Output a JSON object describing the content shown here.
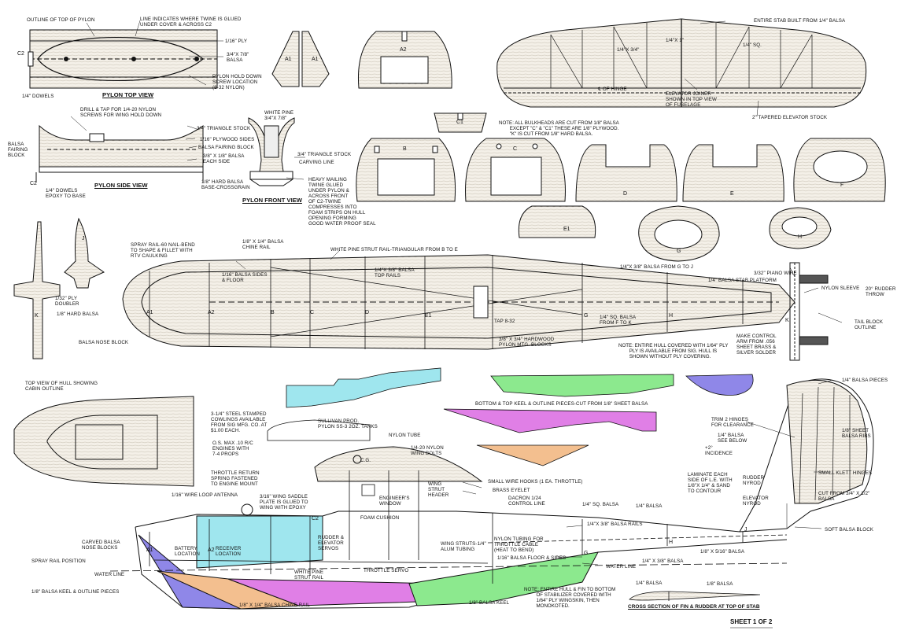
{
  "views": {
    "pylon_top": "PYLON TOP VIEW",
    "pylon_side": "PYLON SIDE VIEW",
    "pylon_front": "PYLON FRONT VIEW",
    "top_hull_cabin": "TOP VIEW OF HULL SHOWING\nCABIN OUTLINE",
    "cross_section": "CROSS SECTION OF FIN & RUDDER AT TOP OF STAB"
  },
  "labels": {
    "outline_pylon": "OUTLINE OF TOP OF PYLON",
    "twine_line": "LINE INDICATES WHERE TWINE IS GLUED\nUNDER COVER & ACROSS C2",
    "c2": "C2",
    "ply_116": "1/16\" PLY",
    "balsa_34": "3/4\"X 7/8\"\nBALSA",
    "hold_down": "PYLON HOLD DOWN\nSCREW LOCATION\n(8-32 NYLON)",
    "dowels_14": "1/4\" DOWELS",
    "drill_tap": "DRILL & TAP FOR 1/4-20 NYLON\nSCREWS FOR WING HOLD DOWN",
    "tri_stock": "3/4\" TRIANGLE STOCK",
    "ply_sides": "1/16\" PLYWOOD SIDES",
    "fairing_block": "BALSA FAIRING BLOCK",
    "balsa_each": "3/8\" X 1/8\" BALSA\nEACH SIDE",
    "balsa_fairing": "BALSA\nFAIRING\nBLOCK",
    "hard_balsa_base": "1/8\" HARD BALSA\nBASE-CROSSGRAIN",
    "dowels_epoxy": "1/4\" DOWELS\nEPOXY TO BASE",
    "white_pine": "WHITE PINE\n3/4\"X 7/8\"",
    "tri_stock2": "3/4\" TRIANGLE STOCK",
    "carving_line": "CARVING LINE",
    "heavy_twine": "HEAVY MAILING\nTWINE GLUED\nUNDER PYLON &\nACROSS FRONT\nOF C2-TWINE\nCOMPRESSES INTO\nFOAM STRIPS ON HULL\nOPENING FORMING\nGOOD WATER PROOF SEAL",
    "stab_built": "ENTIRE STAB BUILT FROM 1/4\" BALSA",
    "stab_14x34": "1/4\"X 3/4\"",
    "stab_14x1": "1/4\"X 1\"",
    "stab_14sq": "1/4\" SQ.",
    "hinge_cl": "℄ OF HINGE",
    "elev_joiner": "ELEVATOR JOINER\nSHOWN IN TOP VIEW\nOF FUSELAGE",
    "tapered_stock": "2\" TAPERED ELEVATOR STOCK",
    "bulkhead_note": "NOTE: ALL BULKHEADS ARE CUT FROM 1/8\" BALSA\n        EXCEPT \"C\" & \"C1\" THESE ARE 1/8\" PLYWOOD.\n        \"K\" IS CUT FROM 1/8\" HARD BALSA.",
    "spray_rail": "SPRAY RAIL-60 NAIL-BEND\nTO SHAPE & FILLET WITH\nRTV CAULKING",
    "chine_rail": "1/8\" X 1/4\" BALSA\nCHINE RAIL",
    "strut_rail": "WHITE PINE STRUT RAIL-TRIANGULAR FROM B TO E",
    "balsa_gj": "1/4\"X 3/8\" BALSA FROM G TO J",
    "sides_floor": "1/16\" BALSA SIDES\n& FLOOR",
    "top_rails": "1/4\"X 3/8\" BALSA\nTOP RAILS",
    "ply_doubler": "1/32\" PLY\nDOUBLER",
    "hard_balsa_k": "1/8\" HARD BALSA",
    "nose_block": "BALSA NOSE BLOCK",
    "tap_832": "TAP 8-32",
    "mtg_blocks": "3/8\" X 3/4\" HARDWOOD\nPYLON MTG. BLOCKS",
    "sq_fk": "1/4\" SQ. BALSA\nFROM F TO K",
    "piano_wire": "3/32\" PIANO WIRE",
    "stab_platform": "1/4\" BALSA STAB PLATFORM",
    "nylon_sleeve": "NYLON SLEEVE",
    "rudder_throw": "20° RUDDER\nTHROW",
    "tail_block": "TAIL BLOCK\nOUTLINE",
    "control_arm": "MAKE CONTROL\nARM FROM .056\nSHEET BRASS &\nSILVER SOLDER",
    "hull_cover_note": "NOTE: ENTIRE HULL COVERED WITH 1/64\" PLY\n        PLY IS AVAILABLE FROM SIG. HULL IS\n        SHOWN WITHOUT PLY COVERING.",
    "keel_outline": "BOTTOM & TOP KEEL & OUTLINE PIECES-CUT FROM 1/8\" SHEET BALSA",
    "balsa_pieces": "1/4\" BALSA PIECES",
    "trim_hinges": "TRIM 2 HINGES\nFOR CLEARANCE",
    "see_below": "1/4\" BALSA\nSEE BELOW",
    "incidence": "+2°\nINCIDENCE",
    "sheet_ribs": "1/8\" SHEET\nBALSA RIBS",
    "klett": "SMALL KLETT HINGES",
    "laminate": "LAMINATE EACH\nSIDE OF L.E. WITH\n1/8\"X 1/4\" & SAND\nTO CONTOUR",
    "cut_from": "CUT FROM 3/4\" X 1/2\"\nBALSA",
    "rudder_nyrod": "RUDDER\nNYROD",
    "elev_nyrod": "ELEVATOR\nNYROD",
    "cowlings": "3-1/4\" STEEL STAMPED\nCOWLINGS AVAILABLE\nFROM SIG MFG. CO. AT\n$1.00 EACH.",
    "engines": "O.S. MAX .10 R/C\nENGINES WITH\n7-4 PROPS",
    "throttle_spring": "THROTTLE RETURN\nSPRING FASTENED\nTO ENGINE MOUNT",
    "pylon_tanks": "SULLIVAN PROD.\nPYLON SS-3 2OZ. TANKS",
    "nylon_tube": "NYLON TUBE",
    "wing_bolts": "1/4-20 NYLON\nWING BOLTS",
    "cg": "C.G.",
    "strut_header": "WING\nSTRUT\nHEADER",
    "wire_hooks": "SMALL WIRE HOOKS (1 EA. THROTTLE)",
    "brass_eyelet": "BRASS EYELET",
    "dacron": "DACRON 1/24\nCONTROL LINE",
    "sq_balsa": "1/4\" SQ. BALSA",
    "wire_loop": "1/16\" WIRE LOOP ANTENNA",
    "saddle": "3/16\" WING SADDLE\nPLATE IS GLUED TO\nWING WITH EPOXY",
    "eng_window": "ENGINEER'S\nWINDOW",
    "foam_cushion": "FOAM CUSHION",
    "rails_38": "1/4\"X 3/8\" BALSA RAILS",
    "balsa_14": "1/4\" BALSA",
    "soft_block": "SOFT BALSA BLOCK",
    "nose_blocks": "CARVED BALSA\nNOSE BLOCKS",
    "battery": "BATTERY\nLOCATION",
    "receiver": "RECEIVER\nLOCATION",
    "rud_elev_servos": "RUDDER &\nELEVATOR\nSERVOS",
    "throttle_servo": "THROTTLE SERVO",
    "spray_pos": "SPRAY RAIL POSITION",
    "water_line": "WATER LINE",
    "water_line2": "WATER LINE",
    "nylon_tubing": "NYLON TUBING FOR\nTHROTTLE CABLE\n(HEAT TO BEND)",
    "struts_alum": "WING STRUTS-1/4\"\nALUM TUBING",
    "floor_sides": "1/16\" BALSA FLOOR & SIDES",
    "strut_rail2": "WHITE PINE\nSTRUT RAIL",
    "keel_pieces": "1/8\" BALSA KEEL & OUTLINE PIECES",
    "chine_rail2": "1/8\" X 1/4\" BALSA CHINE RAIL",
    "balsa_keel": "1/8\" BALSA KEEL",
    "fin_cover_note": "NOTE: ENTIRE HULL & FIN TO BOTTOM\n         OF STABILIZER COVERED WITH\n         1/64\" PLY WINGSKIN, THEN\n         MONOKOTED.",
    "balsa_316": "1/8\" X 5/16\" BALSA",
    "balsa_38b": "1/4\" X 3/8\" BALSA",
    "cs_14": "1/4\" BALSA",
    "cs_18": "1/8\" BALSA",
    "sheet": "SHEET 1 OF 2"
  },
  "parts": {
    "A1": "A1",
    "A2": "A2",
    "C1": "C1",
    "B": "B",
    "C": "C",
    "D": "D",
    "E": "E",
    "F": "F",
    "E1": "E1",
    "G": "G",
    "H": "H",
    "J": "J",
    "K": "K"
  },
  "colors": {
    "ink": "#111111",
    "cyan": "#9fe6ee",
    "green": "#8ce98e",
    "magenta": "#e07fe6",
    "orange": "#f3bf8f",
    "blue": "#8f87e8",
    "wood": "#ede6d8"
  }
}
